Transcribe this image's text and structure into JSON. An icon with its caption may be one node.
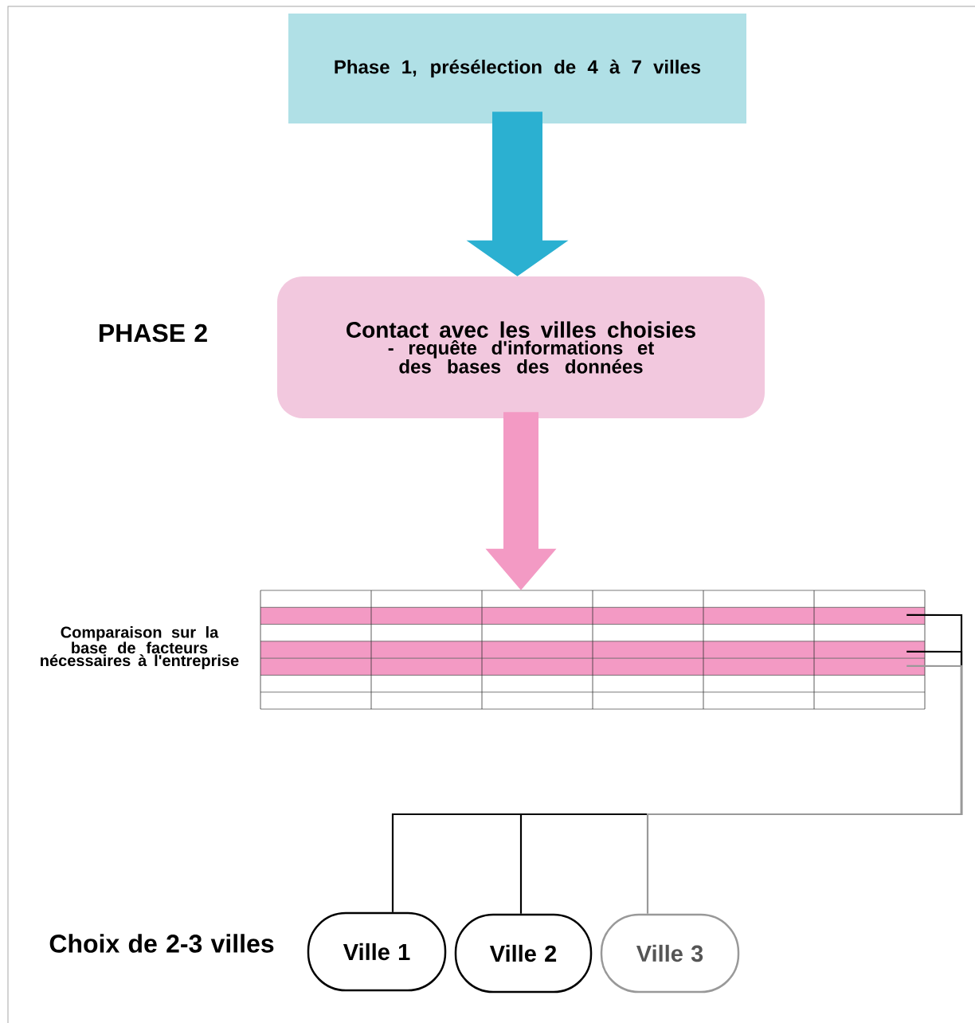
{
  "diagram": {
    "nodes": [
      {
        "text": [
          "Phase 1, présélection de 4 à 7 villes"
        ]
      },
      {
        "text": [
          "Contact avec les villes choisies",
          "- requête d'informations et des bases des données"
        ]
      },
      {
        "text": [],
        "shape": "table",
        "beside": [
          "Comparaison sur la base de facteurs nécessaires à l'entreprise"
        ]
      },
      {
        "text": [
          "Ville 1"
        ]
      },
      {
        "text": [
          "Ville 2"
        ]
      },
      {
        "text": [
          "Ville 3"
        ]
      }
    ],
    "edges": [
      {
        "from": 0,
        "to": 1,
        "arrow": "to",
        "style": "thick",
        "color": "#2bb0d1"
      },
      {
        "from": 1,
        "to": 2,
        "arrow": "to",
        "style": "thick",
        "color": "#f39ac4"
      },
      {
        "from": 2,
        "to": 3,
        "arrow": "none"
      },
      {
        "from": 2,
        "to": 4,
        "arrow": "none"
      },
      {
        "from": 2,
        "to": 5,
        "arrow": "none",
        "color": "#999999"
      }
    ],
    "labels": [
      "PHASE 2",
      "Choix de 2-3 villes"
    ]
  }
}
